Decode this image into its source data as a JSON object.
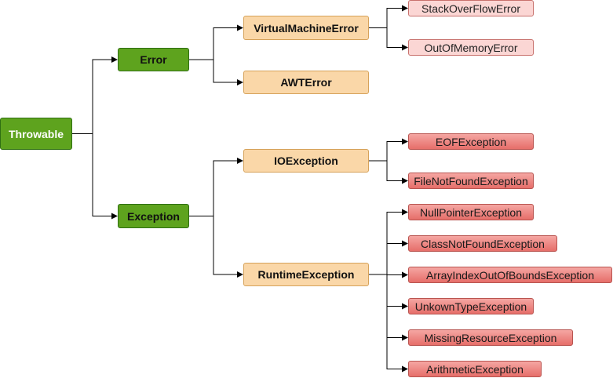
{
  "nodes": {
    "throwable": "Throwable",
    "error": "Error",
    "exception": "Exception",
    "virtual_machine_error": "VirtualMachineError",
    "awt_error": "AWTError",
    "io_exception": "IOException",
    "runtime_exception": "RuntimeException",
    "stack_overflow_error": "StackOverFlowError",
    "out_of_memory_error": "OutOfMemoryError",
    "eof_exception": "EOFException",
    "file_not_found_exception": "FileNotFoundException",
    "null_pointer_exception": "NullPointerException",
    "class_not_found_exception": "ClassNotFoundException",
    "array_index_out_of_bounds_exception": "ArrayIndexOutOfBoundsException",
    "unkown_type_exception": "UnkownTypeException",
    "missing_resource_exception": "MissingResourceException",
    "arithmetic_exception": "ArithmeticException"
  },
  "edges": [
    [
      "throwable",
      "error"
    ],
    [
      "throwable",
      "exception"
    ],
    [
      "error",
      "virtual_machine_error"
    ],
    [
      "error",
      "awt_error"
    ],
    [
      "exception",
      "io_exception"
    ],
    [
      "exception",
      "runtime_exception"
    ],
    [
      "virtual_machine_error",
      "stack_overflow_error"
    ],
    [
      "virtual_machine_error",
      "out_of_memory_error"
    ],
    [
      "io_exception",
      "eof_exception"
    ],
    [
      "io_exception",
      "file_not_found_exception"
    ],
    [
      "runtime_exception",
      "null_pointer_exception"
    ],
    [
      "runtime_exception",
      "class_not_found_exception"
    ],
    [
      "runtime_exception",
      "array_index_out_of_bounds_exception"
    ],
    [
      "runtime_exception",
      "unkown_type_exception"
    ],
    [
      "runtime_exception",
      "missing_resource_exception"
    ],
    [
      "runtime_exception",
      "arithmetic_exception"
    ]
  ],
  "colors": {
    "root_fill": "#5ea31e",
    "level1_fill": "#5ea31e",
    "level2_fill": "#fad7a8",
    "error_leaf_fill": "#fbd6d4",
    "exception_leaf_fill": "#e66e69",
    "connector": "#000000"
  }
}
